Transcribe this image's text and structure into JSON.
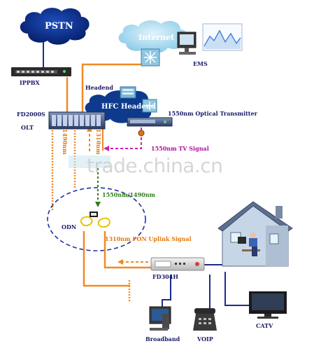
{
  "labels": {
    "pstn": "PSTN",
    "internet": "Internet",
    "ems": "EMS",
    "ippbx": "IPPBX",
    "headend": "Headend",
    "hfc_headend": "HFC Headend",
    "fd2000s": "FD2000S",
    "olt": "OLT",
    "optical_tx": "1550nm Optical Transmitter",
    "tv_signal": "1550nm TV Signal",
    "wl_1310": "1310nm",
    "wl_1490": "1490nm",
    "wl_1550_1490": "1550nm/1490nm",
    "odn": "ODN",
    "uplink": "1310nm PON Uplink Signal",
    "fd304h": "FD304H",
    "broadband": "Broadband",
    "voip": "VOIP",
    "catv": "CATV"
  },
  "watermark": "trade.china.cn",
  "colors": {
    "cloud_dark": "#0b2f8a",
    "cloud_light": "#9fd6f0",
    "fiber_orange": "#f08a24",
    "tv_magenta": "#d21ab8",
    "downlink_green": "#2e7d1a",
    "copper_blue": "#1a2c8a",
    "odn_ring": "#1f2fa8"
  }
}
